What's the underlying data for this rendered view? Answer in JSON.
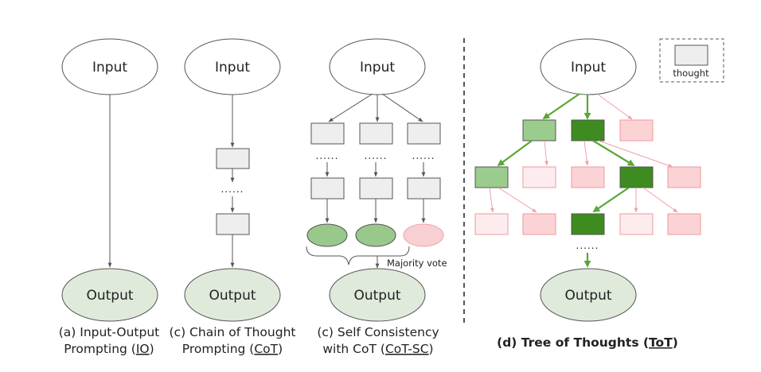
{
  "colors": {
    "ellipse_stroke": "#555555",
    "output_fill": "#dfeadb",
    "thought_fill": "#eeeeee",
    "thought_stroke": "#555555",
    "arrow_gray": "#555555",
    "vote_green": "#98c98a",
    "vote_pink": "#f8cfd2",
    "tot_light_green": "#9ccc8d",
    "tot_dark_green": "#3e8b1f",
    "tot_pink_fill": "#fbd3d5",
    "tot_pink_light_fill": "#fdecee",
    "tot_pink_stroke": "#ef9a9f",
    "tot_arrow_green": "#5aa737",
    "tot_arrow_pink": "#f0a1a5",
    "divider": "#555555"
  },
  "panels": {
    "io": {
      "input_label": "Input",
      "output_label": "Output",
      "caption_line1": "(a) Input-Output",
      "caption_line2_prefix": "Prompting (",
      "caption_abbr": "IO",
      "caption_line2_suffix": ")"
    },
    "cot": {
      "input_label": "Input",
      "output_label": "Output",
      "dots": "......",
      "caption_line1": "(c) Chain of Thought",
      "caption_line2_prefix": "Prompting (",
      "caption_abbr": "CoT",
      "caption_line2_suffix": ")"
    },
    "cot_sc": {
      "input_label": "Input",
      "output_label": "Output",
      "dots": "......",
      "majority_vote": "Majority vote",
      "caption_line1": "(c) Self Consistency",
      "caption_line2_prefix": "with CoT (",
      "caption_abbr": "CoT-SC",
      "caption_line2_suffix": ")"
    },
    "tot": {
      "input_label": "Input",
      "output_label": "Output",
      "dots": "......",
      "legend_label": "thought",
      "caption_prefix": "(d) Tree of Thoughts (",
      "caption_abbr": "ToT",
      "caption_suffix": ")"
    }
  }
}
